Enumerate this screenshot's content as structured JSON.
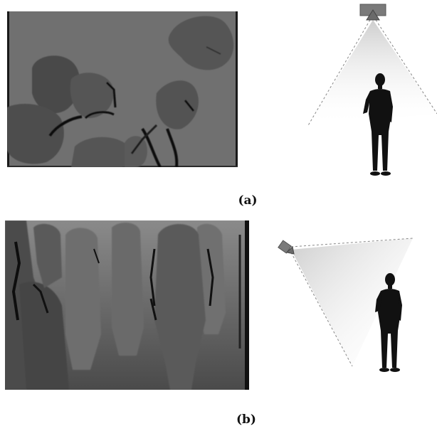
{
  "figure": {
    "panels": [
      {
        "label": "(a)",
        "camera_view": "top-down"
      },
      {
        "label": "(b)",
        "camera_view": "angled"
      }
    ]
  }
}
